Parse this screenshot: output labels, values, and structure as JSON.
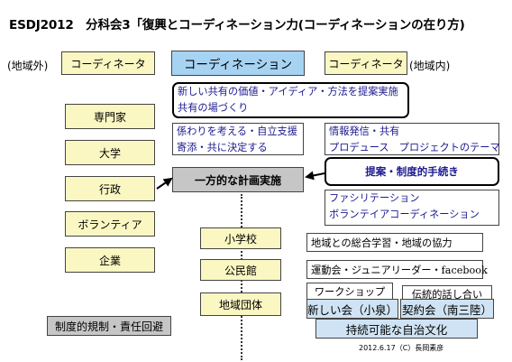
{
  "title": "ESDJ2012　分科会3「復興とコーディネーション力(コーディネーションの在り方)",
  "top": {
    "left_note": "(地域外)",
    "left_box": "コーディネータ",
    "center_box": "コーディネーション",
    "right_box": "コーディネータ",
    "right_note": "(地域内)"
  },
  "left_column": [
    "専門家",
    "大学",
    "行政",
    "ボランティア",
    "企業"
  ],
  "left_bottom": "制度的規制・責任回避",
  "center": {
    "rounded_box": [
      "新しい共有の価値・アイディア・方法を提案実施",
      "共有の場づくり"
    ],
    "care_box": [
      "係わりを考える・自立支援",
      "寄添・共に決定する"
    ],
    "main_box": "一方的な計画実施",
    "bottom_column": [
      "小学校",
      "公民館",
      "地域団体"
    ]
  },
  "right": {
    "info_box": [
      "情報発信・共有",
      "プロデュース　プロジェクトのテーマ"
    ],
    "proposal_box": "提案・制度的手続き",
    "facilitation_box": [
      "ファシリテーション",
      "ボランテイアコーディネーション"
    ],
    "learning_box": "地域との総合学習・地域の協力",
    "events_box": "運動会・ジュニアリーダー・facebook",
    "workshop_box": "ワークショップ",
    "tradition_box": "伝統的話し合い",
    "new_assembly": "新しい会（小泉）",
    "contract_assembly": "契約会（南三陸）",
    "sustainable": "持続可能な自治文化"
  },
  "footer": "2012.6.17（C）長岡素彦",
  "colors": {
    "yellow": "#fbf7c2",
    "header_blue": "#a7d3f3",
    "gray": "#c6c6c6",
    "light_blue": "#cfe3f4",
    "navy_text": "#1c1a8f"
  }
}
